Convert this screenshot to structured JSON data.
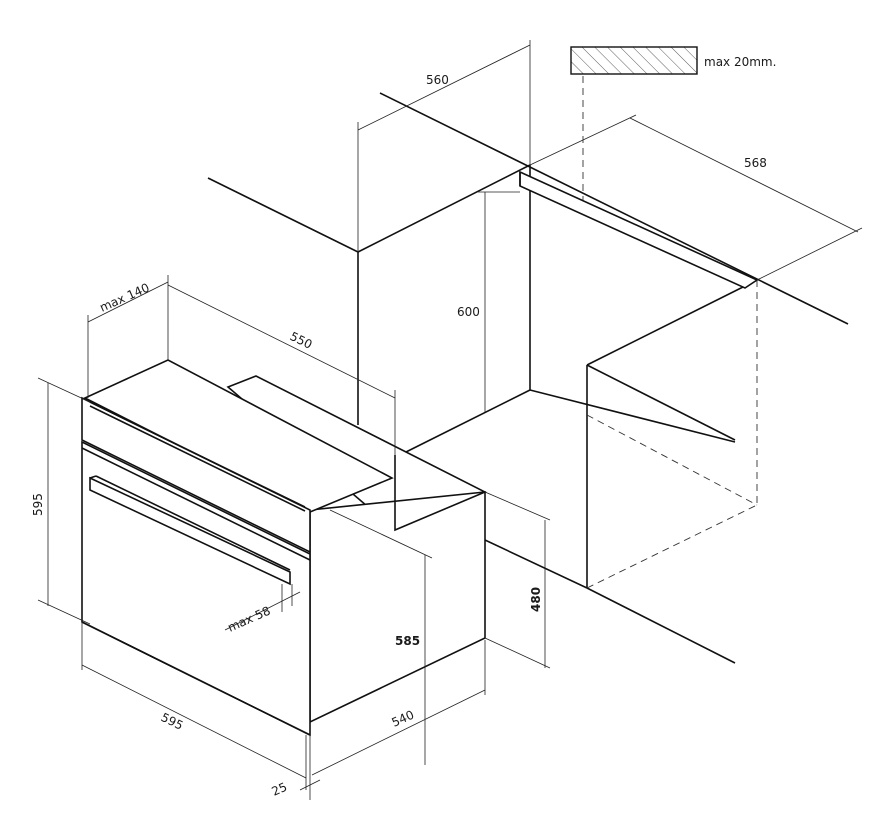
{
  "legend": {
    "label": "max 20mm."
  },
  "dimensions": {
    "d560": "560",
    "d568": "568",
    "d600": "600",
    "dmax140": "max 140",
    "d550": "550",
    "d595_height": "595",
    "d595_width": "595",
    "dmax58": "max 58",
    "d585": "585",
    "d480": "480",
    "d540": "540",
    "d25": "25"
  }
}
